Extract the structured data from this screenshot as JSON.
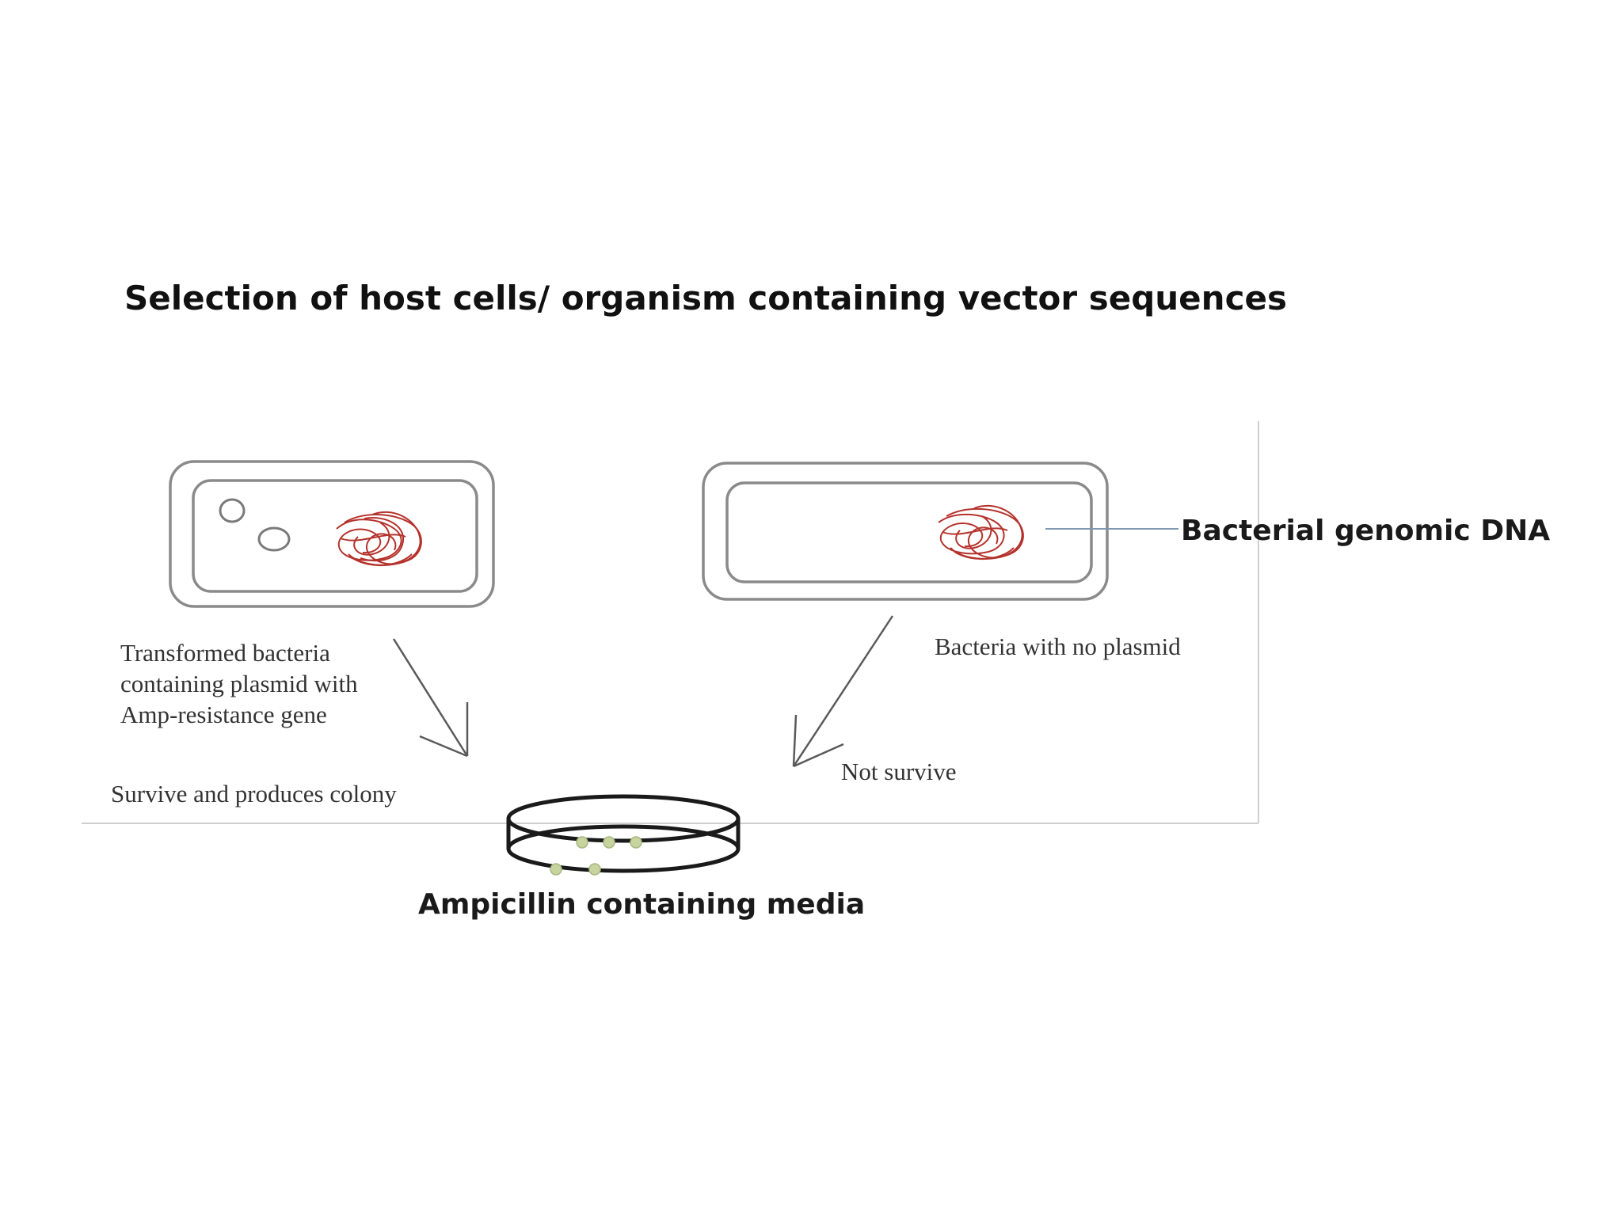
{
  "title": "Selection of host cells/ organism containing vector sequences",
  "labels": {
    "genomic_dna": "Bacterial genomic DNA",
    "transformed_line1": "Transformed bacteria",
    "transformed_line2": "containing plasmid with",
    "transformed_line3": "Amp-resistance gene",
    "no_plasmid": "Bacteria with no plasmid",
    "survive": "Survive and produces colony",
    "not_survive": "Not survive",
    "media": "Ampicillin containing media"
  },
  "colors": {
    "cell_outline": "#8a8a8a",
    "dna": "#b5322c",
    "pointer_line": "#7f9ab0",
    "arrow": "#5a5a5a",
    "frame": "#cfcfcf",
    "dish": "#1a1a1a",
    "colony": "#c8d4a0"
  }
}
